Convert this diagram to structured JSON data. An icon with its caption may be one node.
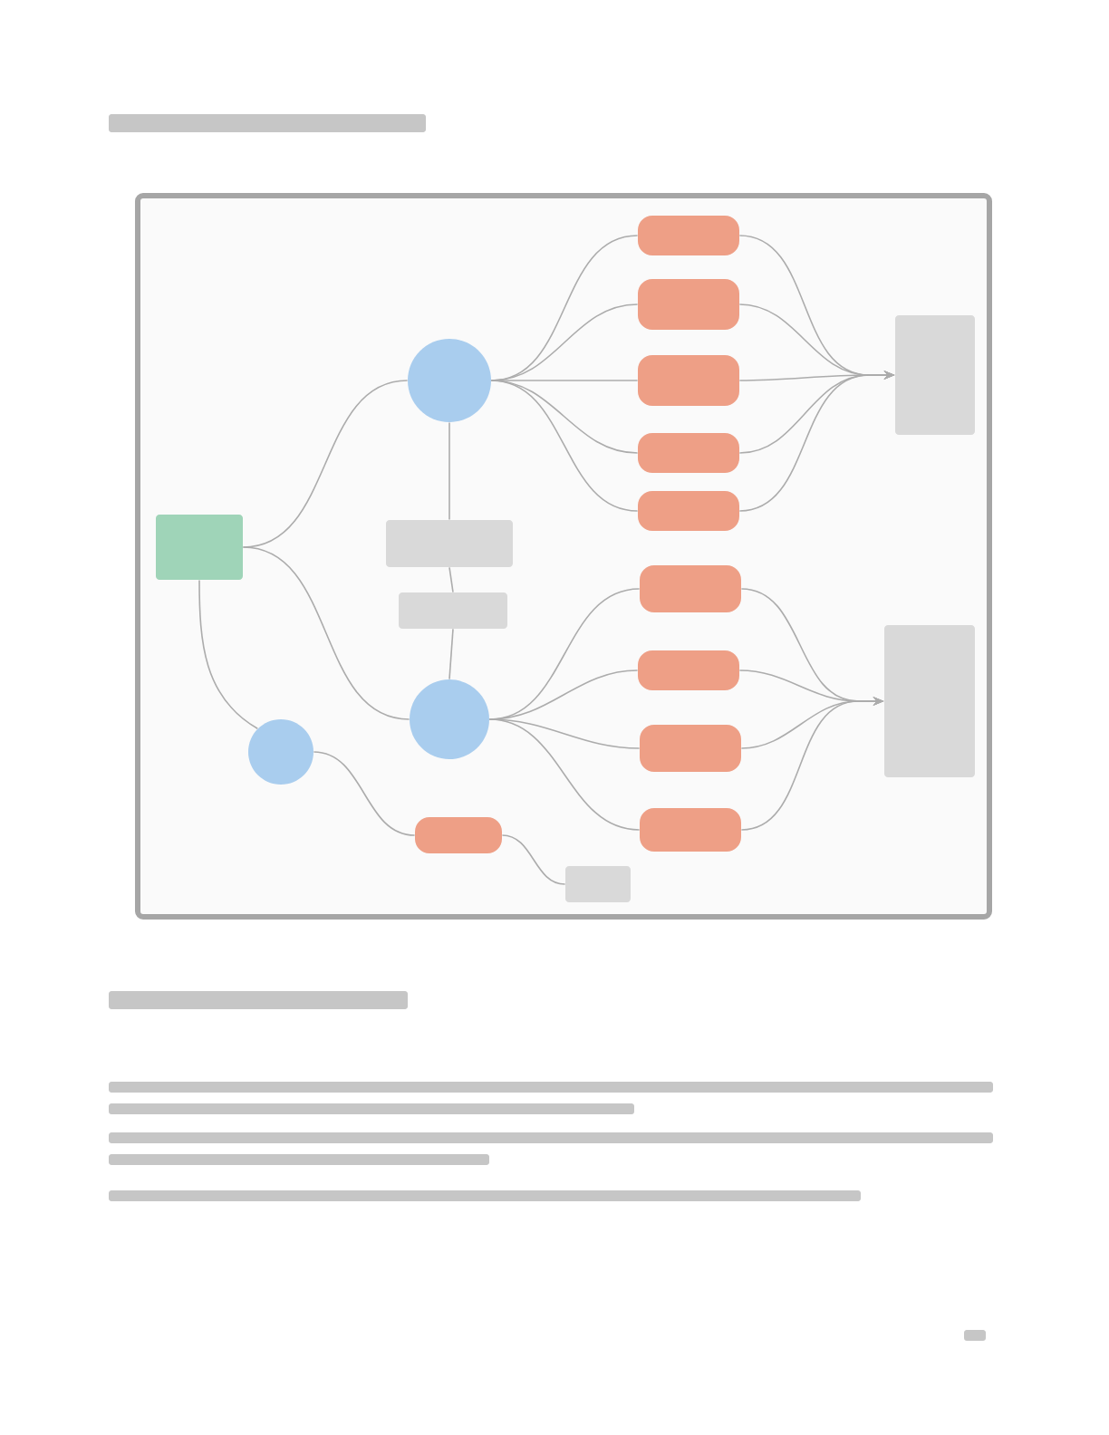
{
  "diagram": {
    "nodes": [
      {
        "text": [],
        "shape": "box"
      },
      {
        "text": [],
        "shape": "circle"
      },
      {
        "text": [],
        "shape": "box"
      },
      {
        "text": [],
        "shape": "box"
      },
      {
        "text": [],
        "shape": "circle"
      },
      {
        "text": [],
        "shape": "circle"
      },
      {
        "text": [],
        "shape": "box"
      },
      {
        "text": [],
        "shape": "box"
      },
      {
        "text": [],
        "shape": "box"
      },
      {
        "text": [],
        "shape": "box"
      },
      {
        "text": [],
        "shape": "box"
      },
      {
        "text": [],
        "shape": "box"
      },
      {
        "text": [],
        "shape": "box"
      },
      {
        "text": [],
        "shape": "box"
      },
      {
        "text": [],
        "shape": "box"
      },
      {
        "text": [],
        "shape": "box"
      },
      {
        "text": [],
        "shape": "box"
      },
      {
        "text": [],
        "shape": "box"
      },
      {
        "text": [],
        "shape": "box"
      }
    ],
    "edges": [
      {
        "from": 0,
        "to": 1,
        "arrow": "none"
      },
      {
        "from": 0,
        "to": 4,
        "arrow": "none"
      },
      {
        "from": 0,
        "to": 5,
        "arrow": "none"
      },
      {
        "from": 1,
        "to": 2,
        "arrow": "none"
      },
      {
        "from": 2,
        "to": 3,
        "arrow": "none"
      },
      {
        "from": 3,
        "to": 4,
        "arrow": "none"
      },
      {
        "from": 5,
        "to": 6,
        "arrow": "none"
      },
      {
        "from": 6,
        "to": 7,
        "arrow": "none"
      },
      {
        "from": 1,
        "to": 8,
        "arrow": "none"
      },
      {
        "from": 1,
        "to": 9,
        "arrow": "none"
      },
      {
        "from": 1,
        "to": 10,
        "arrow": "none"
      },
      {
        "from": 1,
        "to": 11,
        "arrow": "none"
      },
      {
        "from": 1,
        "to": 12,
        "arrow": "none"
      },
      {
        "from": 4,
        "to": 13,
        "arrow": "none"
      },
      {
        "from": 4,
        "to": 14,
        "arrow": "none"
      },
      {
        "from": 4,
        "to": 15,
        "arrow": "none"
      },
      {
        "from": 4,
        "to": 16,
        "arrow": "none"
      },
      {
        "from": 8,
        "to": 17,
        "arrow": "to"
      },
      {
        "from": 9,
        "to": 17,
        "arrow": "to"
      },
      {
        "from": 10,
        "to": 17,
        "arrow": "to"
      },
      {
        "from": 11,
        "to": 17,
        "arrow": "to"
      },
      {
        "from": 12,
        "to": 17,
        "arrow": "to"
      },
      {
        "from": 13,
        "to": 18,
        "arrow": "to"
      },
      {
        "from": 14,
        "to": 18,
        "arrow": "to"
      },
      {
        "from": 15,
        "to": 18,
        "arrow": "to"
      },
      {
        "from": 16,
        "to": 18,
        "arrow": "to"
      }
    ]
  }
}
